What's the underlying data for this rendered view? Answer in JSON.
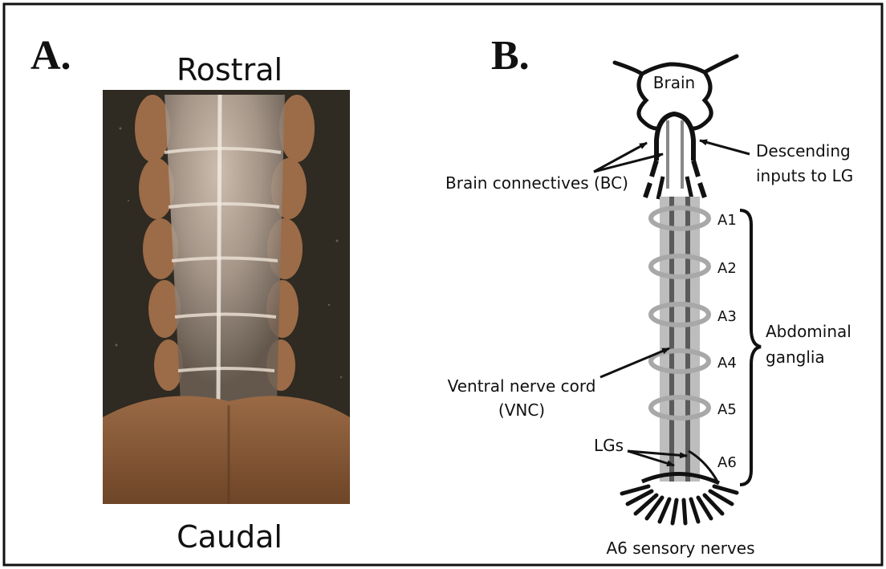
{
  "panel_a": {
    "letter": "A.",
    "top_label": "Rostral",
    "bottom_label": "Caudal",
    "photo_content": "dissected-ventral-nerve-cord-photo"
  },
  "panel_b": {
    "letter": "B.",
    "brain_label": "Brain",
    "brain_connectives_label": "Brain connectives (BC)",
    "descending_inputs_line1": "Descending",
    "descending_inputs_line2": "inputs to LG",
    "ganglia": [
      "A1",
      "A2",
      "A3",
      "A4",
      "A5",
      "A6"
    ],
    "abdominal_ganglia_line1": "Abdominal",
    "abdominal_ganglia_line2": "ganglia",
    "vnc_line1": "Ventral nerve cord",
    "vnc_line2": "(VNC)",
    "lgs_label": "LGs",
    "sensory_nerves_label": "A6 sensory nerves"
  },
  "colors": {
    "frame": "#111111",
    "cord_light": "#bdbdbd",
    "cord_dark": "#5a5a5a",
    "ring": "#a8a8a8",
    "photo_bg": "#2f2a22",
    "tissue": "#b07a55"
  }
}
